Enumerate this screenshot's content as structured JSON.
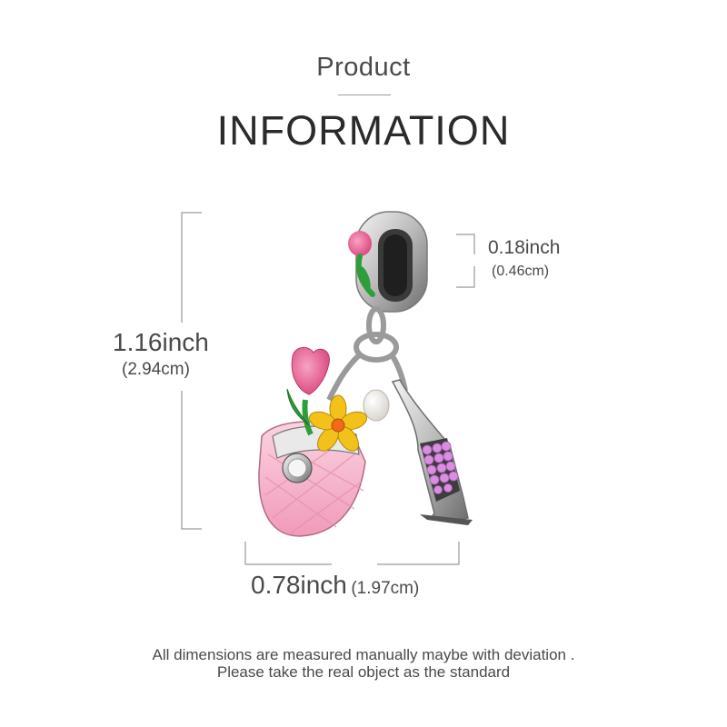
{
  "header": {
    "subtitle": "Product",
    "title": "INFORMATION"
  },
  "dimensions": {
    "height": {
      "inch": "1.16inch",
      "cm": "(2.94cm)"
    },
    "bail": {
      "inch": "0.18inch",
      "cm": "(0.46cm)"
    },
    "width": {
      "inch": "0.78inch",
      "cm": "(1.97cm)"
    }
  },
  "footer": {
    "line1": "All dimensions are measured manually maybe with deviation .",
    "line2": "Please take the real object as the standard"
  },
  "colors": {
    "background": "#ffffff",
    "guide_lines": "#9a9a9a",
    "text": "#4a4a4a",
    "enamel_pink": "#f4a9c4",
    "tulip_pink": "#e8588e",
    "leaf_green": "#2e9e3a",
    "flower_yellow": "#f2c21b",
    "stone_pink": "#d98ee0",
    "silver": "#c9c9c9"
  }
}
